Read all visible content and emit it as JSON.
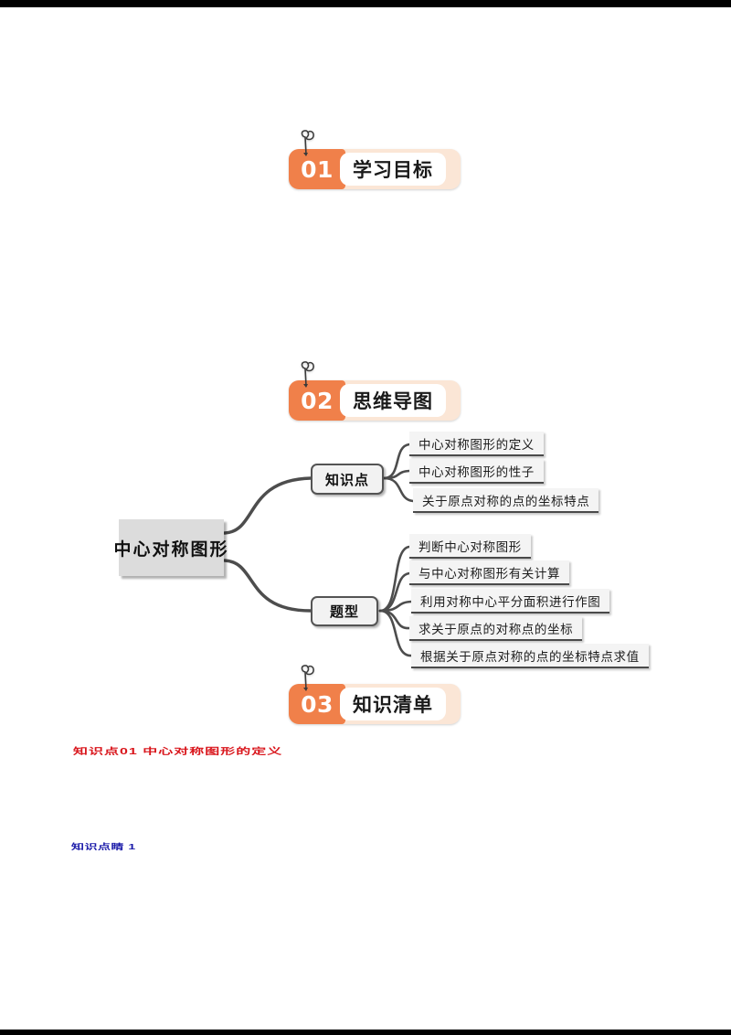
{
  "page": {
    "background_color": "#ffffff",
    "surround_color": "#000000"
  },
  "sections": [
    {
      "number": "01",
      "label": "学习目标",
      "icon": "paperclip-icon",
      "accent": "#f0804a"
    },
    {
      "number": "02",
      "label": "思维导图",
      "icon": "paperclip-icon",
      "accent": "#f0804a"
    },
    {
      "number": "03",
      "label": "知识清单",
      "icon": "paperclip-icon",
      "accent": "#f0804a"
    }
  ],
  "mindmap": {
    "root": "中心对称图形",
    "branches": [
      {
        "label": "知识点",
        "items": [
          "中心对称图形的定义",
          "中心对称图形的性子",
          "关于原点对称的点的坐标特点"
        ]
      },
      {
        "label": "题型",
        "items": [
          "判断中心对称图形",
          "与中心对称图形有关计算",
          "利用对称中心平分面积进行作图",
          "求关于原点的对称点的坐标",
          "根据关于原点对称的点的坐标特点求值"
        ]
      }
    ]
  },
  "knowledge_list": {
    "heading_red": "知识点01   中心对称图形的定义",
    "heading_red_color": "#d9161c",
    "heading_blue": "知识点睛 1",
    "heading_blue_color": "#1818a8"
  }
}
